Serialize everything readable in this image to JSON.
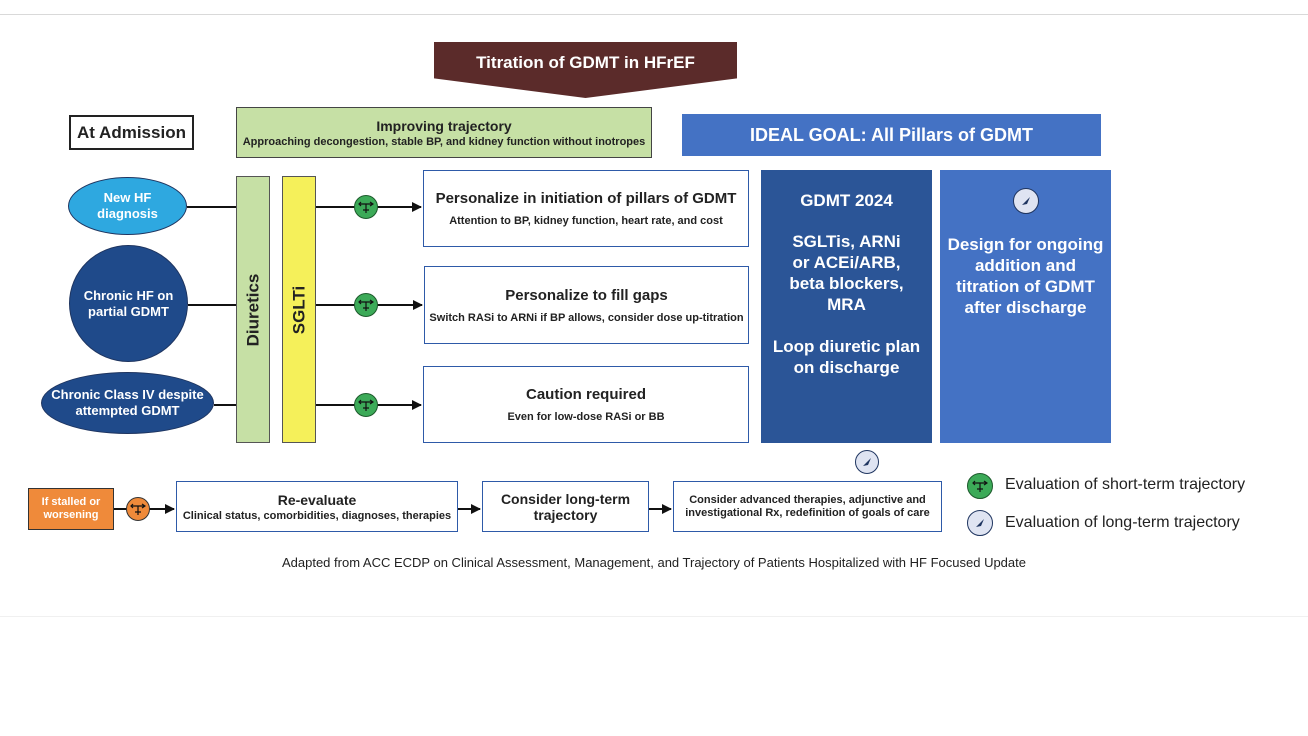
{
  "title": "Titration of GDMT in HFrEF",
  "admission_label": "At Admission",
  "improving": {
    "title": "Improving trajectory",
    "subtitle": "Approaching decongestion, stable BP, and kidney function without inotropes"
  },
  "ideal_goal": "IDEAL GOAL: All Pillars of GDMT",
  "patients": [
    {
      "lines": [
        "New HF",
        "diagnosis"
      ],
      "color": "#2ea8e0"
    },
    {
      "lines": [
        "Chronic HF on",
        "partial GDMT"
      ],
      "color": "#1f4a8a"
    },
    {
      "lines": [
        "Chronic Class IV despite",
        "attempted GDMT"
      ],
      "color": "#1f4a8a"
    }
  ],
  "bars": {
    "diuretics": "Diuretics",
    "sglti": "SGLTi"
  },
  "pathways": [
    {
      "title": "Personalize in initiation of pillars of GDMT",
      "subtitle": "Attention to BP, kidney function, heart rate, and cost"
    },
    {
      "title": "Personalize to fill gaps",
      "subtitle": "Switch RASi to ARNi if BP allows, consider dose up-titration"
    },
    {
      "title": "Caution required",
      "subtitle": "Even for low-dose RASi or BB"
    }
  ],
  "gdmt2024": {
    "heading": "GDMT 2024",
    "drugs": [
      "SGLTis, ARNi",
      "or ACEi/ARB,",
      "beta blockers,",
      "MRA"
    ],
    "diuretic_plan": [
      "Loop diuretic plan",
      "on discharge"
    ]
  },
  "design": [
    "Design for ongoing",
    "addition and",
    "titration of GDMT",
    "after discharge"
  ],
  "stalled": [
    "If stalled or",
    "worsening"
  ],
  "reevaluate": {
    "title": "Re-evaluate",
    "subtitle": "Clinical status, comorbidities, diagnoses, therapies"
  },
  "long_term": [
    "Consider long-term",
    "trajectory"
  ],
  "advanced": [
    "Consider advanced therapies, adjunctive and",
    "investigational Rx, redefinition of goals of care"
  ],
  "legend": {
    "short_term": "Evaluation of short-term trajectory",
    "long_term": "Evaluation of long-term trajectory"
  },
  "caption": "Adapted from ACC ECDP on Clinical Assessment, Management, and Trajectory of Patients Hospitalized with HF Focused Update",
  "colors": {
    "title_banner": "#5b2b2a",
    "improving": "#c6e0a5",
    "ideal": "#4472c4",
    "gdmt2024": "#2b5597",
    "sglti": "#f5f05a",
    "stalled": "#ef8a3a",
    "short_term_icon": "#3caa58",
    "long_term_icon": "#dfe4f2"
  },
  "icons": {
    "short_term": "weathervane-icon",
    "long_term": "compass-icon"
  }
}
